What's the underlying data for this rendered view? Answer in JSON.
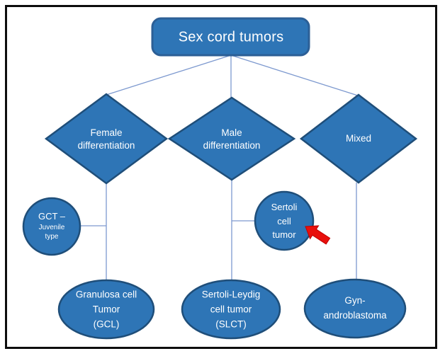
{
  "diagram": {
    "title": "Sex cord tumors",
    "colors": {
      "shape_fill": "#2E75B6",
      "shape_border": "#1F4E79",
      "rect_border": "#2C5F96",
      "connector": "#7D99CF",
      "arrow_red": "#E8100C",
      "text": "#FFFFFF",
      "frame": "#0D0D0D"
    },
    "nodes": {
      "root": {
        "label": "Sex cord tumors"
      },
      "female": {
        "lines": [
          "Female",
          "differentiation"
        ]
      },
      "male": {
        "lines": [
          "Male",
          "differentiation"
        ]
      },
      "mixed": {
        "lines": [
          "Mixed"
        ]
      },
      "gct_juvenile": {
        "title": "GCT –",
        "sub_lines": [
          "Juvenile",
          "type"
        ]
      },
      "sertoli": {
        "lines": [
          "Sertoli",
          "cell",
          "tumor"
        ]
      },
      "granulosa": {
        "lines": [
          "Granulosa cell",
          "Tumor",
          "(GCL)"
        ]
      },
      "slct": {
        "lines": [
          "Sertoli-Leydig",
          "cell tumor",
          "(SLCT)"
        ]
      },
      "gyn": {
        "lines": [
          "Gyn-",
          "androblastoma"
        ]
      }
    }
  }
}
